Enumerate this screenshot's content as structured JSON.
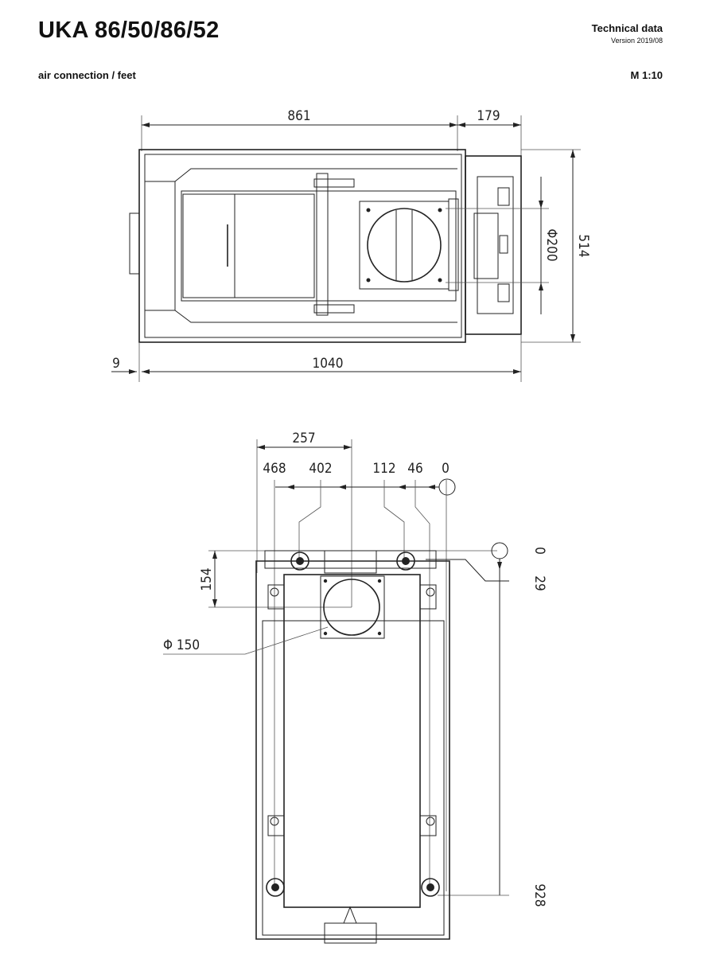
{
  "header": {
    "title": "UKA 86/50/86/52",
    "subtitle": "air connection / feet",
    "doc_type": "Technical data",
    "version": "Version 2019/08",
    "scale": "M 1:10"
  },
  "top_view": {
    "dims": {
      "length_main": "861",
      "length_rear": "179",
      "depth": "514",
      "air_diameter": "Φ200",
      "offset": "9",
      "total_length": "1040"
    }
  },
  "bottom_view": {
    "dims": {
      "center_offset": "257",
      "x_positions": [
        "468",
        "402",
        "112",
        "46",
        "0"
      ],
      "y_offset": "154",
      "air_diameter": "Φ 150",
      "y_positions": [
        "0",
        "29",
        "928"
      ]
    }
  }
}
